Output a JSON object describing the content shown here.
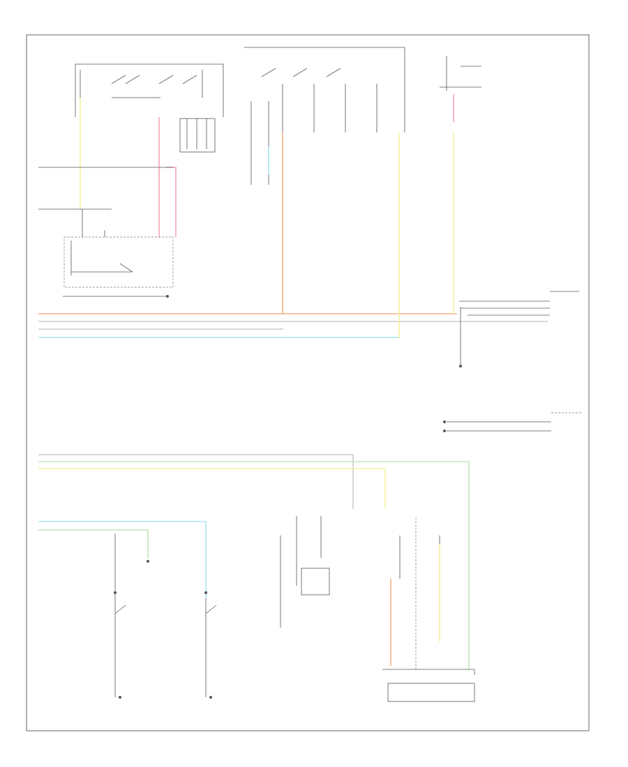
{
  "diagram": {
    "code": "",
    "colors": {
      "frame": "#666666",
      "line": "#555555",
      "orange": "#f4b183",
      "pink": "#f4a4b4",
      "yellow": "#f4f0a0",
      "cyan": "#a8e4f0",
      "green": "#bfe8b8",
      "gray": "#cccccc"
    },
    "wires": [
      {
        "name": "wire-orange-left",
        "color": "orange"
      },
      {
        "name": "wire-gray-left",
        "color": "gray"
      },
      {
        "name": "wire-gray-left-2",
        "color": "gray"
      },
      {
        "name": "wire-cyan-left",
        "color": "cyan"
      },
      {
        "name": "wire-gray-lower-1",
        "color": "gray"
      },
      {
        "name": "wire-green-lower",
        "color": "green"
      },
      {
        "name": "wire-yellow-lower",
        "color": "yellow"
      },
      {
        "name": "wire-pink-top-left",
        "color": "pink"
      },
      {
        "name": "wire-yellow-top-left",
        "color": "yellow"
      },
      {
        "name": "wire-orange-center",
        "color": "orange"
      },
      {
        "name": "wire-yellow-center",
        "color": "yellow"
      },
      {
        "name": "wire-pink-right",
        "color": "pink"
      },
      {
        "name": "wire-yellow-right",
        "color": "yellow"
      }
    ]
  }
}
